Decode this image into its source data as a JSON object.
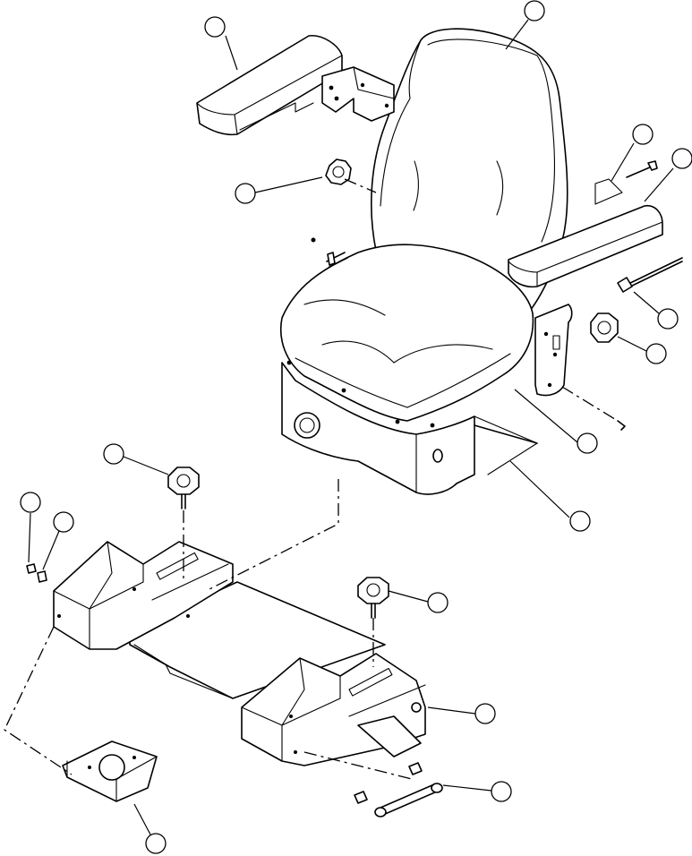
{
  "figure": {
    "callouts": [
      {
        "id": "c1",
        "label": ""
      },
      {
        "id": "c2",
        "label": ""
      },
      {
        "id": "c3",
        "label": ""
      },
      {
        "id": "c4",
        "label": ""
      },
      {
        "id": "c5",
        "label": ""
      },
      {
        "id": "c6",
        "label": ""
      },
      {
        "id": "c7",
        "label": ""
      },
      {
        "id": "c8",
        "label": ""
      },
      {
        "id": "c9",
        "label": ""
      },
      {
        "id": "c10",
        "label": ""
      },
      {
        "id": "c11",
        "label": ""
      },
      {
        "id": "c12",
        "label": ""
      },
      {
        "id": "c13",
        "label": ""
      },
      {
        "id": "c14",
        "label": ""
      },
      {
        "id": "c15",
        "label": ""
      },
      {
        "id": "c16",
        "label": ""
      },
      {
        "id": "c17",
        "label": ""
      }
    ]
  }
}
